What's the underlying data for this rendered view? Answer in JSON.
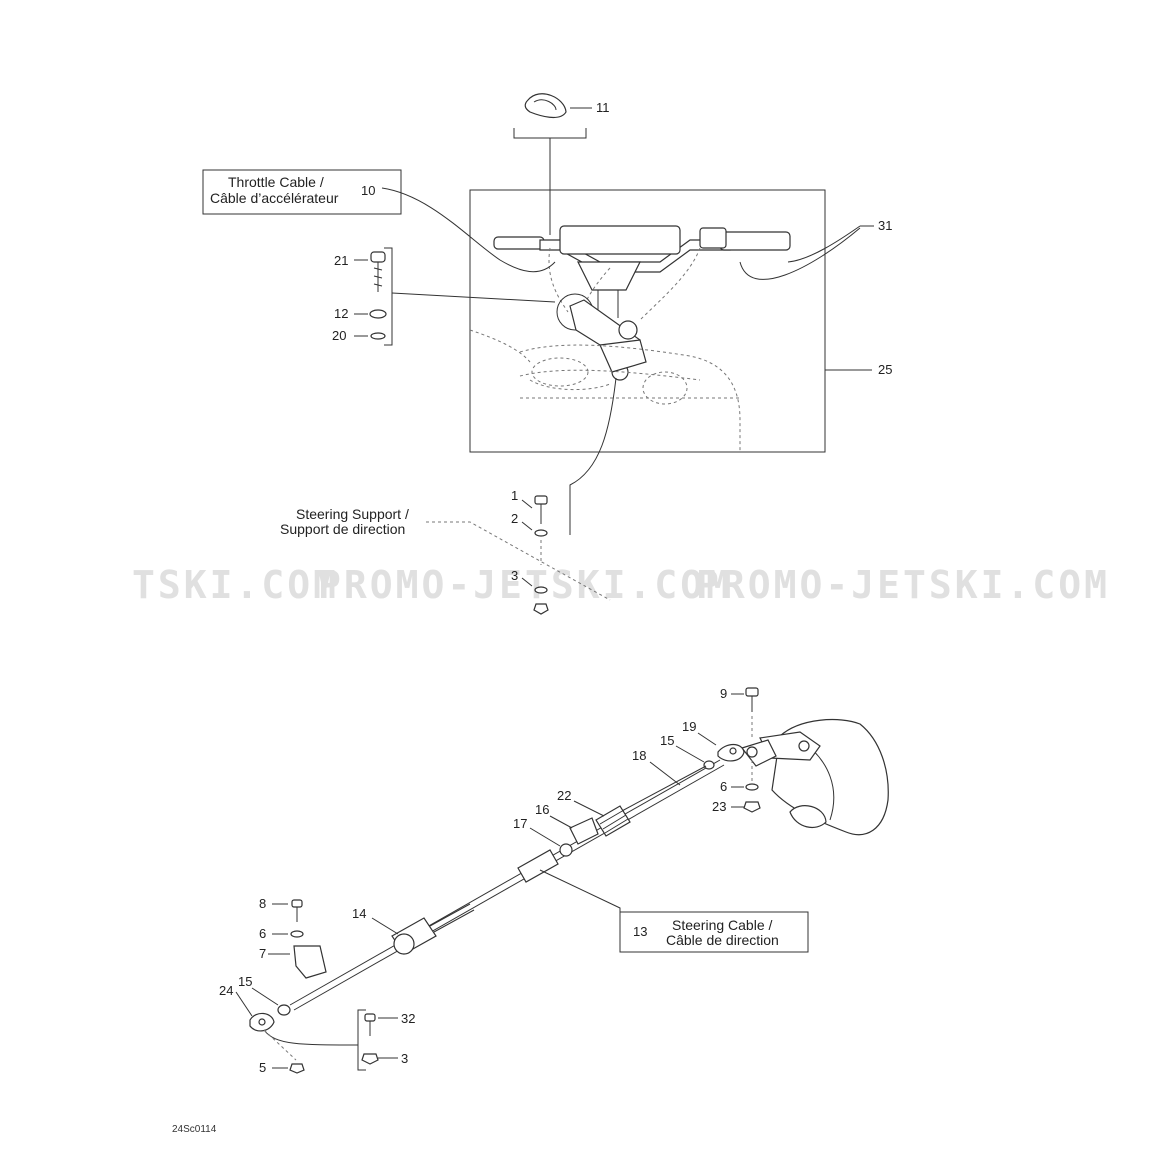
{
  "watermark": {
    "left": "TSKI.COM",
    "center": "PROMO-JETSKI.COM",
    "right": "PROMO-JETSKI.COM"
  },
  "callouts": {
    "throttle_cable": {
      "line1": "Throttle Cable /",
      "line2": "Câble d’accélérateur",
      "number": "10"
    },
    "steering_support": {
      "line1": "Steering Support /",
      "line2": "Support de direction"
    },
    "steering_cable": {
      "line1": "Steering Cable /",
      "line2": "Câble de direction",
      "number": "13"
    }
  },
  "part_numbers": {
    "p11": "11",
    "p31": "31",
    "p25": "25",
    "p21": "21",
    "p12": "12",
    "p20": "20",
    "p1": "1",
    "p2": "2",
    "p3_top": "3",
    "p9": "9",
    "p19": "19",
    "p15_top": "15",
    "p18": "18",
    "p22": "22",
    "p16": "16",
    "p17": "17",
    "p6_right": "6",
    "p23": "23",
    "p14": "14",
    "p8": "8",
    "p6_left": "6",
    "p7": "7",
    "p15_bottom": "15",
    "p24": "24",
    "p32": "32",
    "p3_bottom": "3",
    "p5": "5"
  },
  "figure_ref": "24Sc0114"
}
